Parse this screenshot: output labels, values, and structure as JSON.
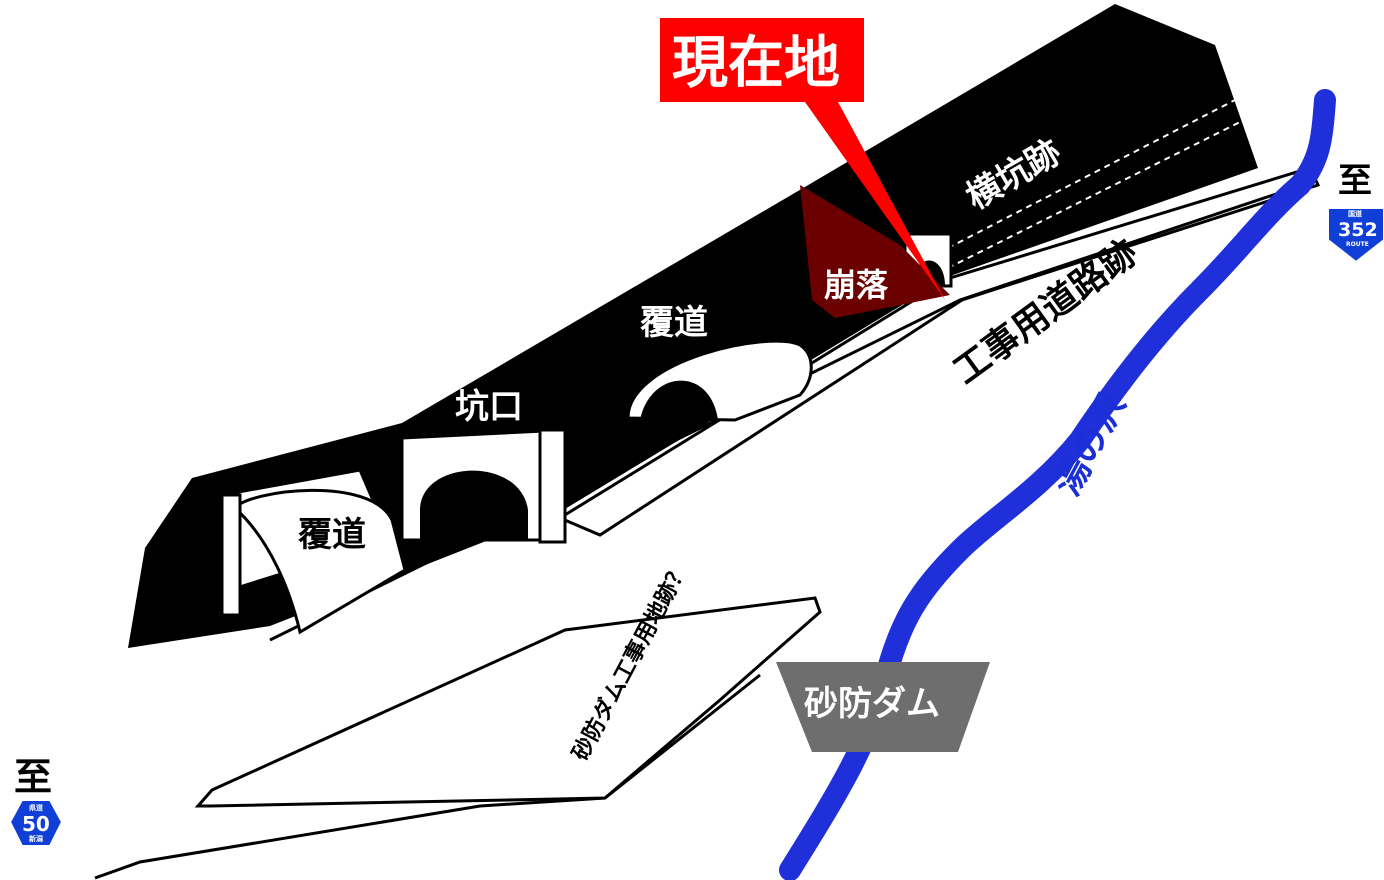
{
  "labels": {
    "current_location": "現在地",
    "collapse": "崩落",
    "side_shaft_ruins": "横坑跡",
    "snowshed_upper": "覆道",
    "snowshed_lower": "覆道",
    "tunnel_portal": "坑口",
    "construction_road_ruins": "工事用道路跡",
    "stream": "湯の沢",
    "sabo_dam": "砂防ダム",
    "sabo_dam_worksite": "砂防ダム工事用地跡？"
  },
  "route_signs": {
    "right": {
      "to": "至",
      "kind_top": "国道",
      "number": "352",
      "kind_bottom": "ROUTE"
    },
    "left": {
      "to": "至",
      "kind_top": "県道",
      "number": "50",
      "kind_bottom": "新潟"
    }
  },
  "colors": {
    "mountain": "#000000",
    "marker": "#ff0000",
    "collapse": "#6b0000",
    "stream": "#1f2fd9",
    "dam": "#6e6e6e",
    "route_sign": "#0f3fd6"
  }
}
